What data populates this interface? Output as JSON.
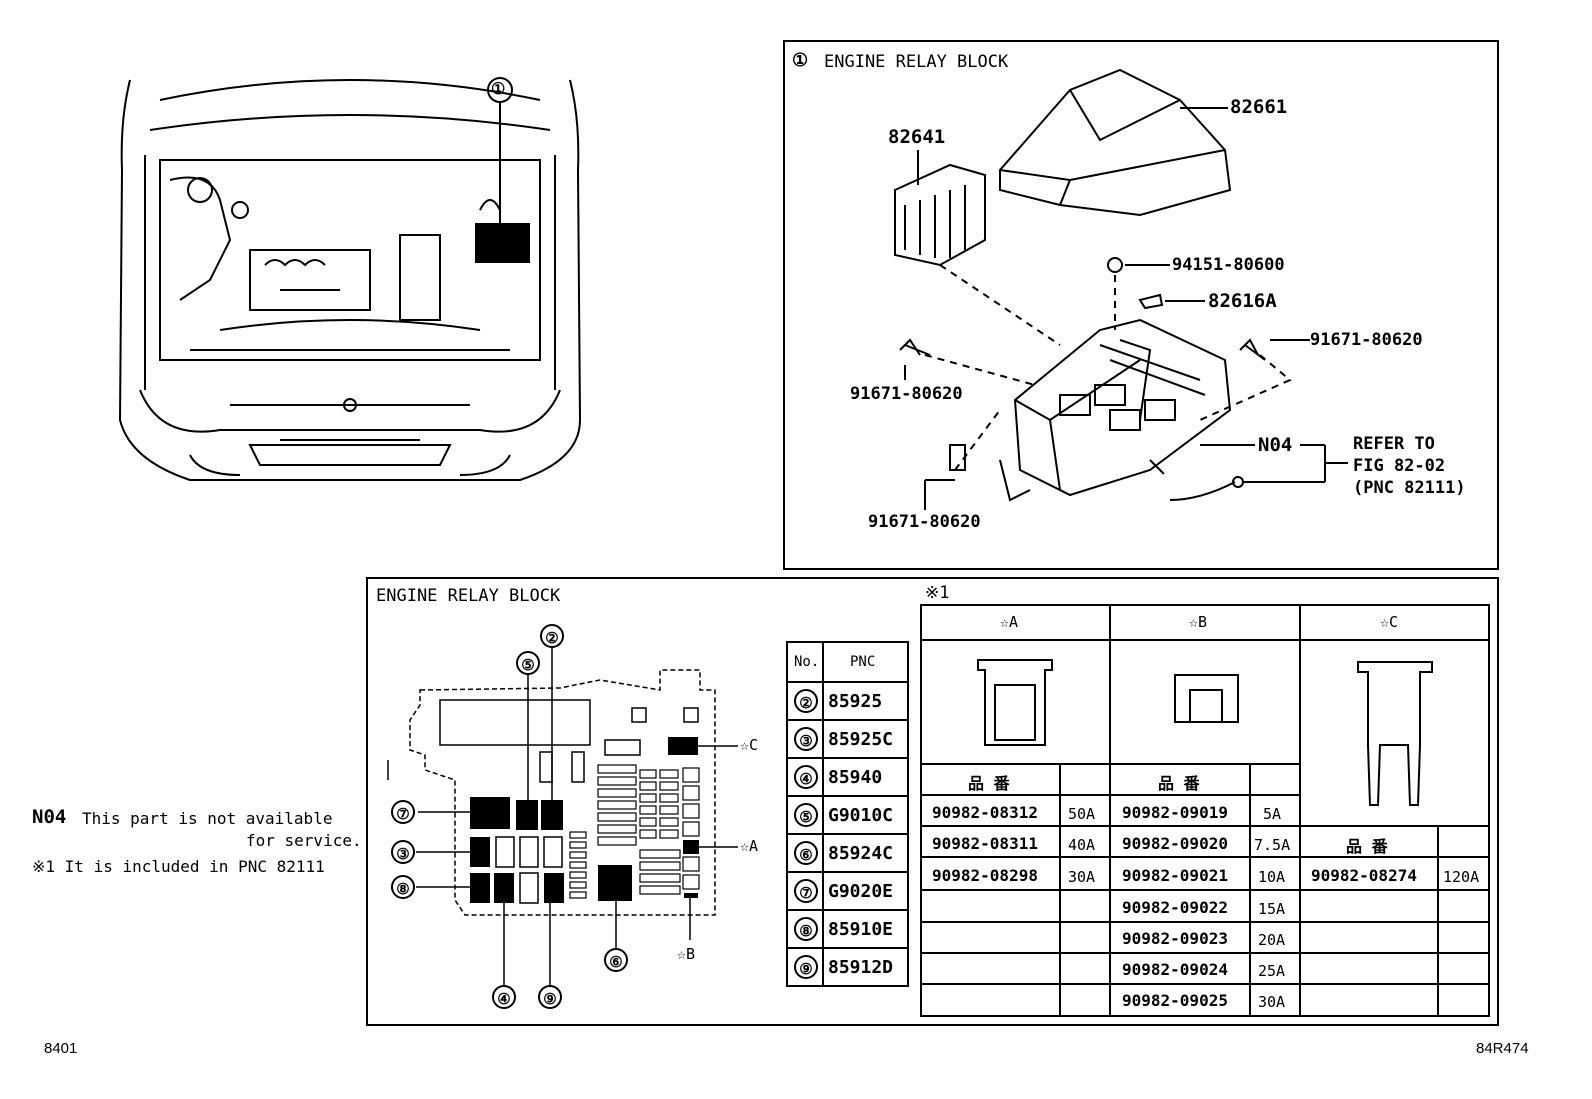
{
  "figure_code": "8401",
  "drawing_code": "84R474",
  "callout_1": "①",
  "top_panel": {
    "title": "ENGINE RELAY BLOCK",
    "parts": {
      "cover": "82661",
      "bracket": "82641",
      "nut": "94151-80600",
      "fuse_puller": "82616A",
      "bolt_right": "91671-80620",
      "bolt_left": "91671-80620",
      "bolt_bottom": "91671-80620",
      "block": "N04"
    },
    "refer": [
      "REFER TO",
      "FIG 82-02",
      "(PNC 82111)"
    ]
  },
  "notes": {
    "n04_code": "N04",
    "n04_text_1": "This part is not available",
    "n04_text_2": "for service.",
    "note1": "※1 It is included in PNC 82111"
  },
  "bottom_panel": {
    "title": "ENGINE RELAY BLOCK",
    "note_mark": "※1",
    "star_labels": {
      "a": "☆A",
      "b": "☆B",
      "c": "☆C"
    },
    "callouts": [
      "②",
      "③",
      "④",
      "⑤",
      "⑥",
      "⑦",
      "⑧",
      "⑨"
    ],
    "pnc_table": {
      "headers": [
        "No.",
        "PNC"
      ],
      "rows": [
        [
          "②",
          "85925"
        ],
        [
          "③",
          "85925C"
        ],
        [
          "④",
          "85940"
        ],
        [
          "⑤",
          "G9010C"
        ],
        [
          "⑥",
          "85924C"
        ],
        [
          "⑦",
          "G9020E"
        ],
        [
          "⑧",
          "85910E"
        ],
        [
          "⑨",
          "85912D"
        ]
      ]
    },
    "fuse_table": {
      "headers": [
        "☆A",
        "☆B",
        "☆C"
      ],
      "part_no_label": "品 番",
      "a_rows": [
        [
          "90982-08312",
          "50A"
        ],
        [
          "90982-08311",
          "40A"
        ],
        [
          "90982-08298",
          "30A"
        ]
      ],
      "b_rows": [
        [
          "90982-09019",
          "5A"
        ],
        [
          "90982-09020",
          "7.5A"
        ],
        [
          "90982-09021",
          "10A"
        ],
        [
          "90982-09022",
          "15A"
        ],
        [
          "90982-09023",
          "20A"
        ],
        [
          "90982-09024",
          "25A"
        ],
        [
          "90982-09025",
          "30A"
        ]
      ],
      "c_rows": [
        [
          "90982-08274",
          "120A"
        ]
      ]
    }
  }
}
